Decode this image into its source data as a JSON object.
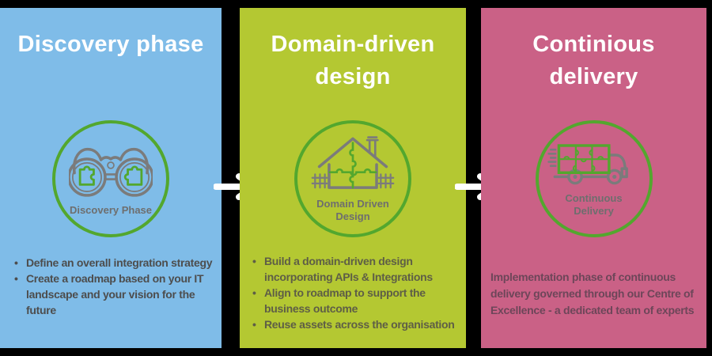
{
  "colors": {
    "background": "#000000",
    "panel_blue": "#7fbce8",
    "panel_green": "#b4c832",
    "panel_pink": "#ca6186",
    "circle_stroke_green": "#53a72e",
    "puzzle_green": "#53a72e",
    "icon_gray": "#7b7b7b",
    "title_text": "#ffffff",
    "icon_label_text": "#6e6e6e",
    "arrow": "#ffffff"
  },
  "panels": [
    {
      "title": "Discovery phase",
      "bg_color": "#7fbce8",
      "icon": "binoculars-icon",
      "icon_label": "Discovery Phase",
      "text_color": "#4d4d4d",
      "bullets": [
        "Define an overall integration strategy",
        "Create a roadmap based on your IT landscape and your vision for the future"
      ]
    },
    {
      "title": "Domain-driven design",
      "bg_color": "#b4c832",
      "icon": "house-puzzle-icon",
      "icon_label": "Domain Driven Design",
      "text_color": "#5e5e46",
      "bullets": [
        "Build a domain-driven design incorporating APIs & Integrations",
        "Align to roadmap to support the business outcome",
        "Reuse assets across the organisation"
      ]
    },
    {
      "title": "Continious delivery",
      "bg_color": "#ca6186",
      "icon": "delivery-truck-icon",
      "icon_label": "Continuous Delivery",
      "text_color": "#6d4659",
      "description": "Implementation phase of continuous delivery governed through our Centre of Excellence - a dedicated team of experts"
    }
  ]
}
